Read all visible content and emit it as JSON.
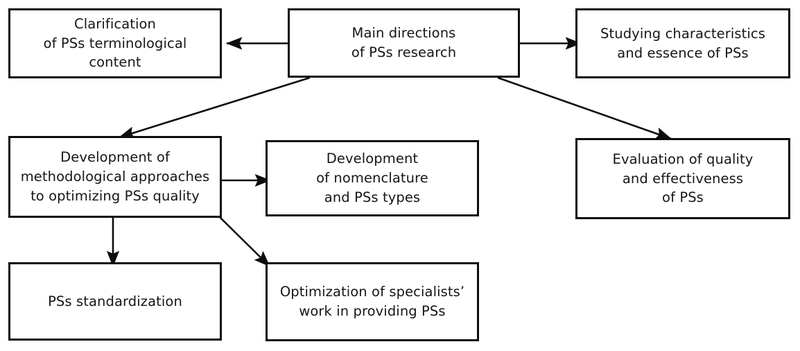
{
  "diagram": {
    "type": "flowchart",
    "title": "Main directions of PSs research",
    "colors": {
      "box_border": "#0d0d0d",
      "box_fill": "#ffffff",
      "text": "#161616",
      "arrow": "#0d0d0d",
      "background": "#ffffff"
    },
    "nodes": [
      {
        "id": "main-directions",
        "label": "Main directions\nof PSs research",
        "level": 1
      },
      {
        "id": "clarification",
        "label": "Clarification\nof PSs terminological\ncontent",
        "level": 2
      },
      {
        "id": "studying",
        "label": "Studying characteristics\nand essence of PSs",
        "level": 2
      },
      {
        "id": "development-method",
        "label": "Development of\nmethodological approaches\nto optimizing PSs quality",
        "level": 2
      },
      {
        "id": "evaluation",
        "label": "Evaluation of quality\nand effectiveness\nof PSs",
        "level": 2
      },
      {
        "id": "nomenclature",
        "label": "Development\nof nomenclature\nand PSs types",
        "level": 3
      },
      {
        "id": "standardization",
        "label": "PSs standardization",
        "level": 3
      },
      {
        "id": "optimization",
        "label": "Optimization of specialists’\nwork in providing PSs",
        "level": 3
      }
    ],
    "edges": [
      {
        "from": "main-directions",
        "to": "clarification",
        "style": "horizontal-left"
      },
      {
        "from": "main-directions",
        "to": "studying",
        "style": "horizontal-right"
      },
      {
        "from": "main-directions",
        "to": "development-method",
        "style": "diagonal-down-left"
      },
      {
        "from": "main-directions",
        "to": "evaluation",
        "style": "diagonal-down-right"
      },
      {
        "from": "development-method",
        "to": "nomenclature",
        "style": "horizontal-right"
      },
      {
        "from": "development-method",
        "to": "standardization",
        "style": "vertical-down"
      },
      {
        "from": "development-method",
        "to": "optimization",
        "style": "diagonal-down-right"
      }
    ]
  }
}
